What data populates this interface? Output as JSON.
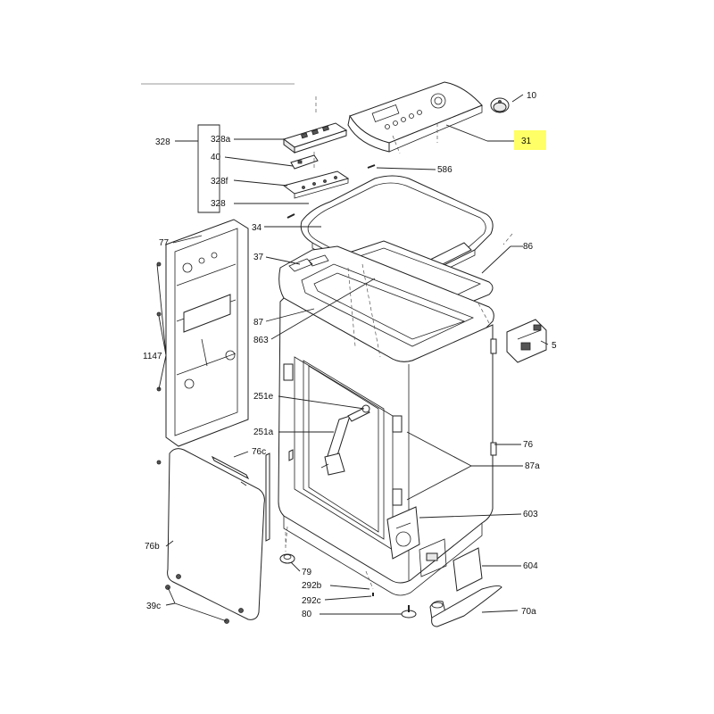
{
  "highlight_color": "#ffff66",
  "labels": {
    "l10": "10",
    "l31": "31",
    "l328": "328",
    "l328a": "328a",
    "l40": "40",
    "l328f": "328f",
    "l328b": "328",
    "l586": "586",
    "l34": "34",
    "l77": "77",
    "l37": "37",
    "l86": "86",
    "l87": "87",
    "l863": "863",
    "l5": "5",
    "l1147": "1147",
    "l251e": "251e",
    "l251a": "251a",
    "l76": "76",
    "l76c": "76c",
    "l87a": "87a",
    "l603": "603",
    "l76b": "76b",
    "l79": "79",
    "l604": "604",
    "l292b": "292b",
    "l292c": "292c",
    "l39c": "39c",
    "l80": "80",
    "l70a": "70a"
  }
}
